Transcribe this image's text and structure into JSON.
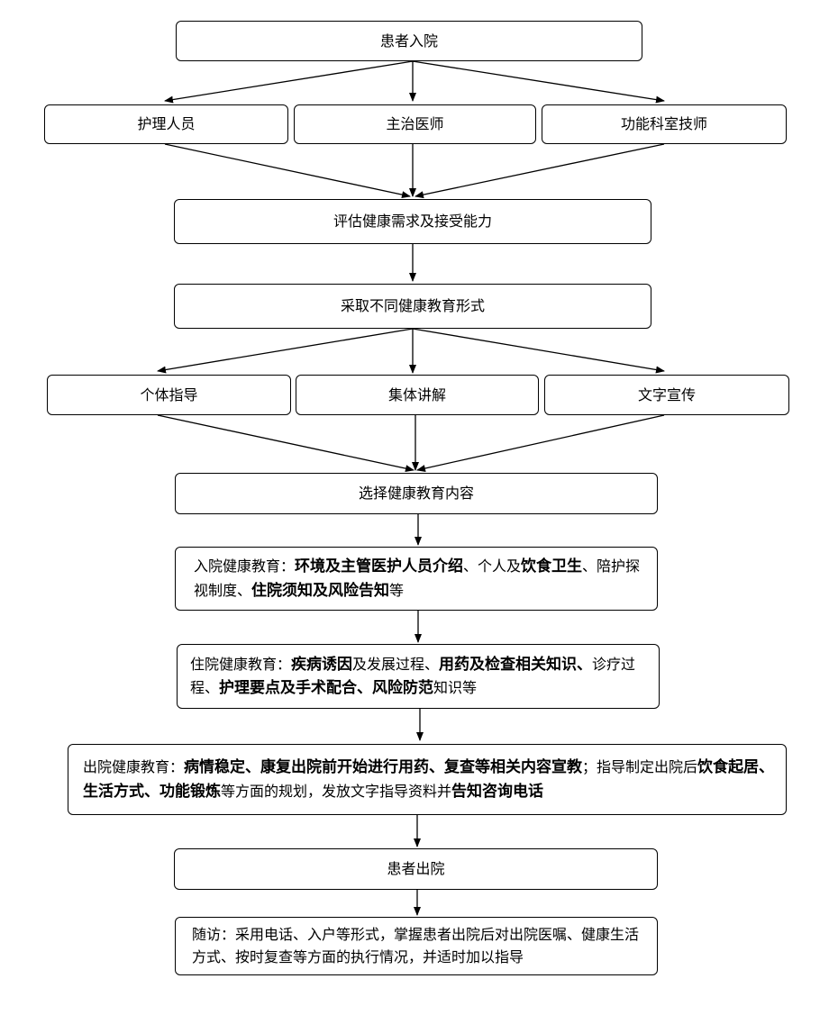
{
  "admission": "患者入院",
  "staff": [
    "护理人员",
    "主治医师",
    "功能科室技师"
  ],
  "assess": "评估健康需求及接受能力",
  "forms_title": "采取不同健康教育形式",
  "forms": [
    "个体指导",
    "集体讲解",
    "文字宣传"
  ],
  "select": "选择健康教育内容",
  "admission_edu": [
    {
      "t": "入院健康教育：",
      "b": false
    },
    {
      "t": "环境及主管医护人员介绍",
      "b": true
    },
    {
      "t": "、个人及",
      "b": false
    },
    {
      "t": "饮食卫生",
      "b": true
    },
    {
      "t": "、陪护探视制度、",
      "b": false
    },
    {
      "t": "住院须知及风险告知",
      "b": true
    },
    {
      "t": "等",
      "b": false
    }
  ],
  "inpatient_edu": [
    {
      "t": "住院健康教育：",
      "b": false
    },
    {
      "t": "疾病诱因",
      "b": true
    },
    {
      "t": "及发展过程、",
      "b": false
    },
    {
      "t": "用药及检查相关知识、",
      "b": true
    },
    {
      "t": "诊疗过程、",
      "b": false
    },
    {
      "t": "护理要点及手术配合、风险防范",
      "b": true
    },
    {
      "t": "知识等",
      "b": false
    }
  ],
  "discharge_edu": [
    {
      "t": "出院健康教育：",
      "b": false
    },
    {
      "t": "病情稳定、康复出院前开始进行用药、复查等相关内容宣教",
      "b": true
    },
    {
      "t": "；指导制定出院后",
      "b": false
    },
    {
      "t": "饮食起居、生活方式、功能锻炼",
      "b": true
    },
    {
      "t": "等方面的规划，发放文字指导资料并",
      "b": false
    },
    {
      "t": "告知咨询电话",
      "b": true
    }
  ],
  "discharge": "患者出院",
  "followup": "随访：采用电话、入户等形式，掌握患者出院后对出院医嘱、健康生活方式、按时复查等方面的执行情况，并适时加以指导"
}
